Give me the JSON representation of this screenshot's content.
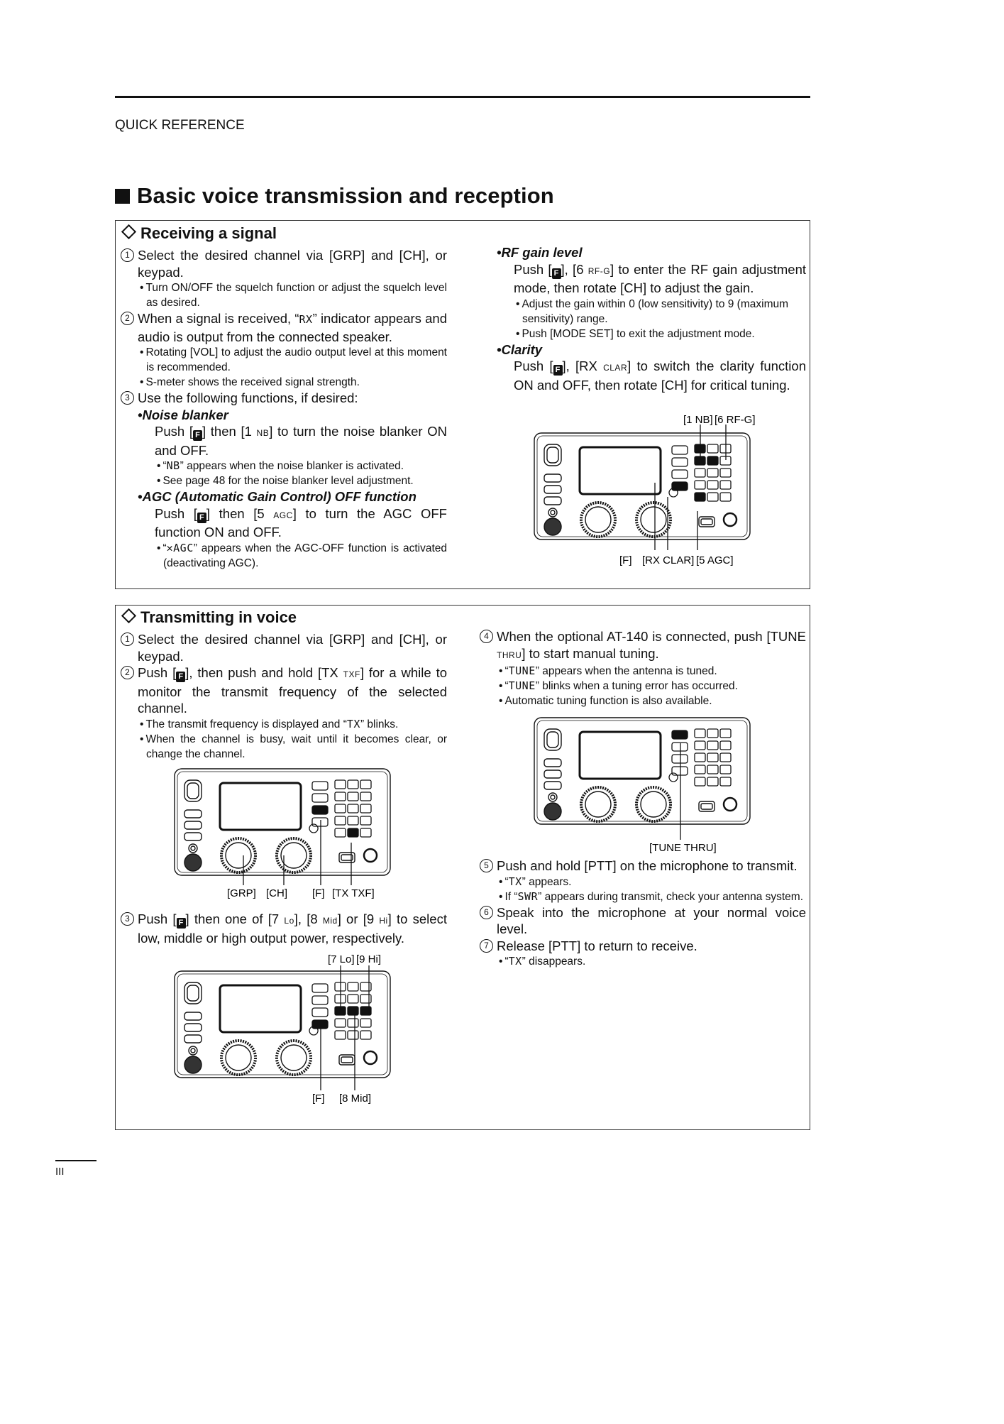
{
  "header": {
    "running_head": "QUICK REFERENCE"
  },
  "title": "Basic voice transmission and reception",
  "receiving": {
    "heading": "Receiving a signal",
    "step1": {
      "num": "1",
      "text": "Select the desired channel via [GRP] and [CH], or keypad.",
      "note": "Turn ON/OFF the squelch function or adjust the squelch level as desired."
    },
    "step2": {
      "num": "2",
      "text_a": "When a signal is received, “",
      "lcd": "RX",
      "text_b": "” indicator appears and audio is output from the connected speaker.",
      "note1": "Rotating [VOL] to adjust the audio output level at this moment is recommended.",
      "note2": "S-meter shows the received signal strength."
    },
    "step3": {
      "num": "3",
      "text": "Use the following functions, if desired:"
    },
    "nb": {
      "title": "Noise blanker",
      "text_a": "Push [",
      "fkey": "F",
      "text_b": "] then [1 ",
      "sub": "NB",
      "text_c": "] to turn the noise blanker ON and OFF.",
      "note1_lcd": "NB",
      "note1": "” appears when the noise blanker is activated.",
      "note2": "See page 48 for the noise blanker level adjustment."
    },
    "agc": {
      "title": "AGC (Automatic Gain Control) OFF function",
      "text_a": "Push [",
      "fkey": "F",
      "text_b": "] then [5 ",
      "sub": "AGC",
      "text_c": "] to turn the AGC OFF function ON and OFF.",
      "note_lcd": "✕AGC",
      "note": "” appears when the AGC-OFF function is activated (deactivating AGC)."
    },
    "rf": {
      "title": "RF gain level",
      "text_a": "Push [",
      "fkey": "F",
      "text_b": "], [6 ",
      "sub": "RF-G",
      "text_c": "] to enter the RF gain adjustment mode, then rotate [CH] to adjust the gain.",
      "note1": "Adjust the gain within 0 (low sensitivity) to 9 (maximum sensitivity) range.",
      "note2": "Push [MODE SET] to exit the adjustment mode."
    },
    "clarity": {
      "title": "Clarity",
      "text_a": "Push [",
      "fkey": "F",
      "text_b": "], [RX ",
      "sub": "CLAR",
      "text_c": "] to switch the clarity function ON and OFF, then rotate [CH] for critical tuning."
    },
    "diagram1": {
      "top_labels": [
        "[1 NB]",
        "[6 RF-G]"
      ],
      "bottom_labels": [
        "[F]",
        "[RX CLAR]",
        "[5 AGC]"
      ]
    }
  },
  "transmitting": {
    "heading": "Transmitting in voice",
    "step1": {
      "num": "1",
      "text": "Select the desired channel via [GRP] and [CH], or keypad."
    },
    "step2": {
      "num": "2",
      "text_a": "Push [",
      "fkey": "F",
      "text_b": "], then push and hold [TX ",
      "sub": "TXF",
      "text_c": "] for a while to monitor the transmit frequency of the selected channel.",
      "note1_a": "The transmit frequency is displayed and “",
      "note1_lcd": "TX",
      "note1_b": "” blinks.",
      "note2": "When the channel is busy, wait until it becomes clear, or change the channel."
    },
    "diagram2": {
      "labels": [
        "[GRP]",
        "[CH]",
        "[F]",
        "[TX TXF]"
      ]
    },
    "step3": {
      "num": "3",
      "text_a": "Push [",
      "fkey": "F",
      "text_b": "] then one of [7 ",
      "sub1": "Lo",
      "text_c": "], [8 ",
      "sub2": "Mid",
      "text_d": "] or [9 ",
      "sub3": "Hi",
      "text_e": "] to select low, middle or high output power, respectively."
    },
    "diagram3": {
      "top_labels": [
        "[7 Lo]",
        "[9 Hi]"
      ],
      "bottom_labels": [
        "[F]",
        "[8 Mid]"
      ]
    },
    "step4": {
      "num": "4",
      "text_a": "When the optional AT-140 is connected, push [TUNE ",
      "sub": "THRU",
      "text_b": "] to start manual tuning.",
      "note1_lcd": "TUNE",
      "note1": "” appears when the antenna is tuned.",
      "note2_lcd": "TUNE",
      "note2": "” blinks when a tuning error has occurred.",
      "note3": "Automatic tuning function is also available."
    },
    "diagram4": {
      "labels": [
        "[TUNE THRU]"
      ]
    },
    "step5": {
      "num": "5",
      "text": "Push and hold [PTT] on the microphone to transmit.",
      "note1_lcd": "TX",
      "note1": "” appears.",
      "note2_a": "If “",
      "note2_lcd": "SWR",
      "note2_b": "” appears during transmit, check your antenna system."
    },
    "step6": {
      "num": "6",
      "text": "Speak into the microphone at your normal voice level."
    },
    "step7": {
      "num": "7",
      "text": "Release [PTT] to return to receive.",
      "note_lcd": "TX",
      "note": "” disappears."
    }
  },
  "footer": {
    "page_number": "III"
  }
}
